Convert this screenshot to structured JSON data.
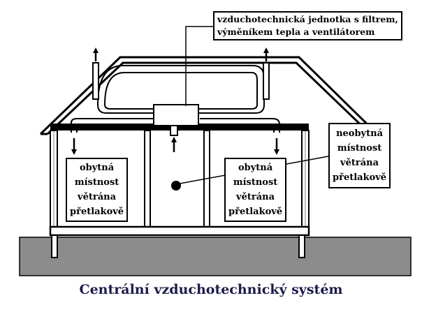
{
  "labels": {
    "unit": [
      "vzduchotechnická jednotka s filtrem,",
      "výměníkem tepla a ventilátorem"
    ],
    "nonliving": [
      "neobytná",
      "místnost",
      "větrána",
      "přetlakově"
    ],
    "room_left": [
      "obytná",
      "místnost",
      "větrána",
      "přetlakově"
    ],
    "room_right": [
      "obytná",
      "místnost",
      "větrána",
      "přetlakově"
    ]
  },
  "caption": "Centrální vzduchotechnický systém",
  "colors": {
    "ground": "#8c8c8c",
    "line": "#000000",
    "caption": "#1d1b4a"
  }
}
